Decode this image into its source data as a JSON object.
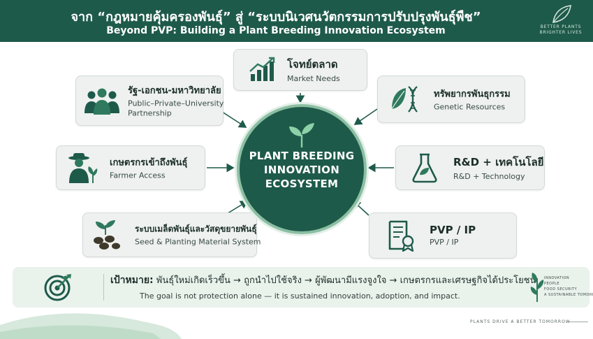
{
  "header": {
    "title_th": "จาก “กฎหมายคุ้มครองพันธุ์” สู่ “ระบบนิเวศนวัตกรรมการปรับปรุงพันธุ์พืช”",
    "title_en": "Beyond PVP: Building a Plant Breeding Innovation Ecosystem",
    "brand_line1": "BETTER PLANTS",
    "brand_line2": "BRIGHTER LIVES"
  },
  "hub": {
    "line1": "PLANT BREEDING",
    "line2": "INNOVATION",
    "line3": "ECOSYSTEM"
  },
  "nodes": {
    "market": {
      "th": "โจทย์ตลาด",
      "en": "Market Needs",
      "icon": "growth-chart-icon"
    },
    "partnership": {
      "th": "รัฐ-เอกชน-มหาวิทยาลัย",
      "en1": "Public–Private–University",
      "en2": "Partnership",
      "icon": "people-group-icon"
    },
    "genetic": {
      "th": "ทรัพยากรพันธุกรรม",
      "en": "Genetic Resources",
      "icon": "leaf-dna-icon"
    },
    "farmer": {
      "th": "เกษตรกรเข้าถึงพันธุ์",
      "en": "Farmer Access",
      "icon": "farmer-icon"
    },
    "rnd": {
      "th": "R&D + เทคโนโลยี",
      "en": "R&D + Technology",
      "icon": "flask-icon"
    },
    "seed": {
      "th": "ระบบเมล็ดพันธุ์และวัสดุขยายพันธุ์",
      "en": "Seed & Planting Material System",
      "icon": "seedling-seeds-icon"
    },
    "pvp": {
      "th": "PVP / IP",
      "en": "PVP / IP",
      "icon": "certificate-icon"
    }
  },
  "goal": {
    "label": "เป้าหมาย:",
    "text": "พันธุ์ใหม่เกิดเร็วขึ้น → ถูกนำไปใช้จริง → ผู้พัฒนามีแรงจูงใจ → เกษตรกรและเศรษฐกิจได้ประโยชน์",
    "en": "The goal is not protection alone — it is sustained innovation, adoption, and impact.",
    "tags": [
      "INNOVATION",
      "PEOPLE",
      "FOOD SECURITY",
      "A SUSTAINABLE TOMORROW"
    ]
  },
  "footer": {
    "text": "PLANTS DRIVE A BETTER TOMORROW"
  },
  "colors": {
    "primary": "#1e5a4a",
    "accent": "#8cbfa3",
    "card": "#eef1ef",
    "goal_bg": "#eaf2ec"
  }
}
